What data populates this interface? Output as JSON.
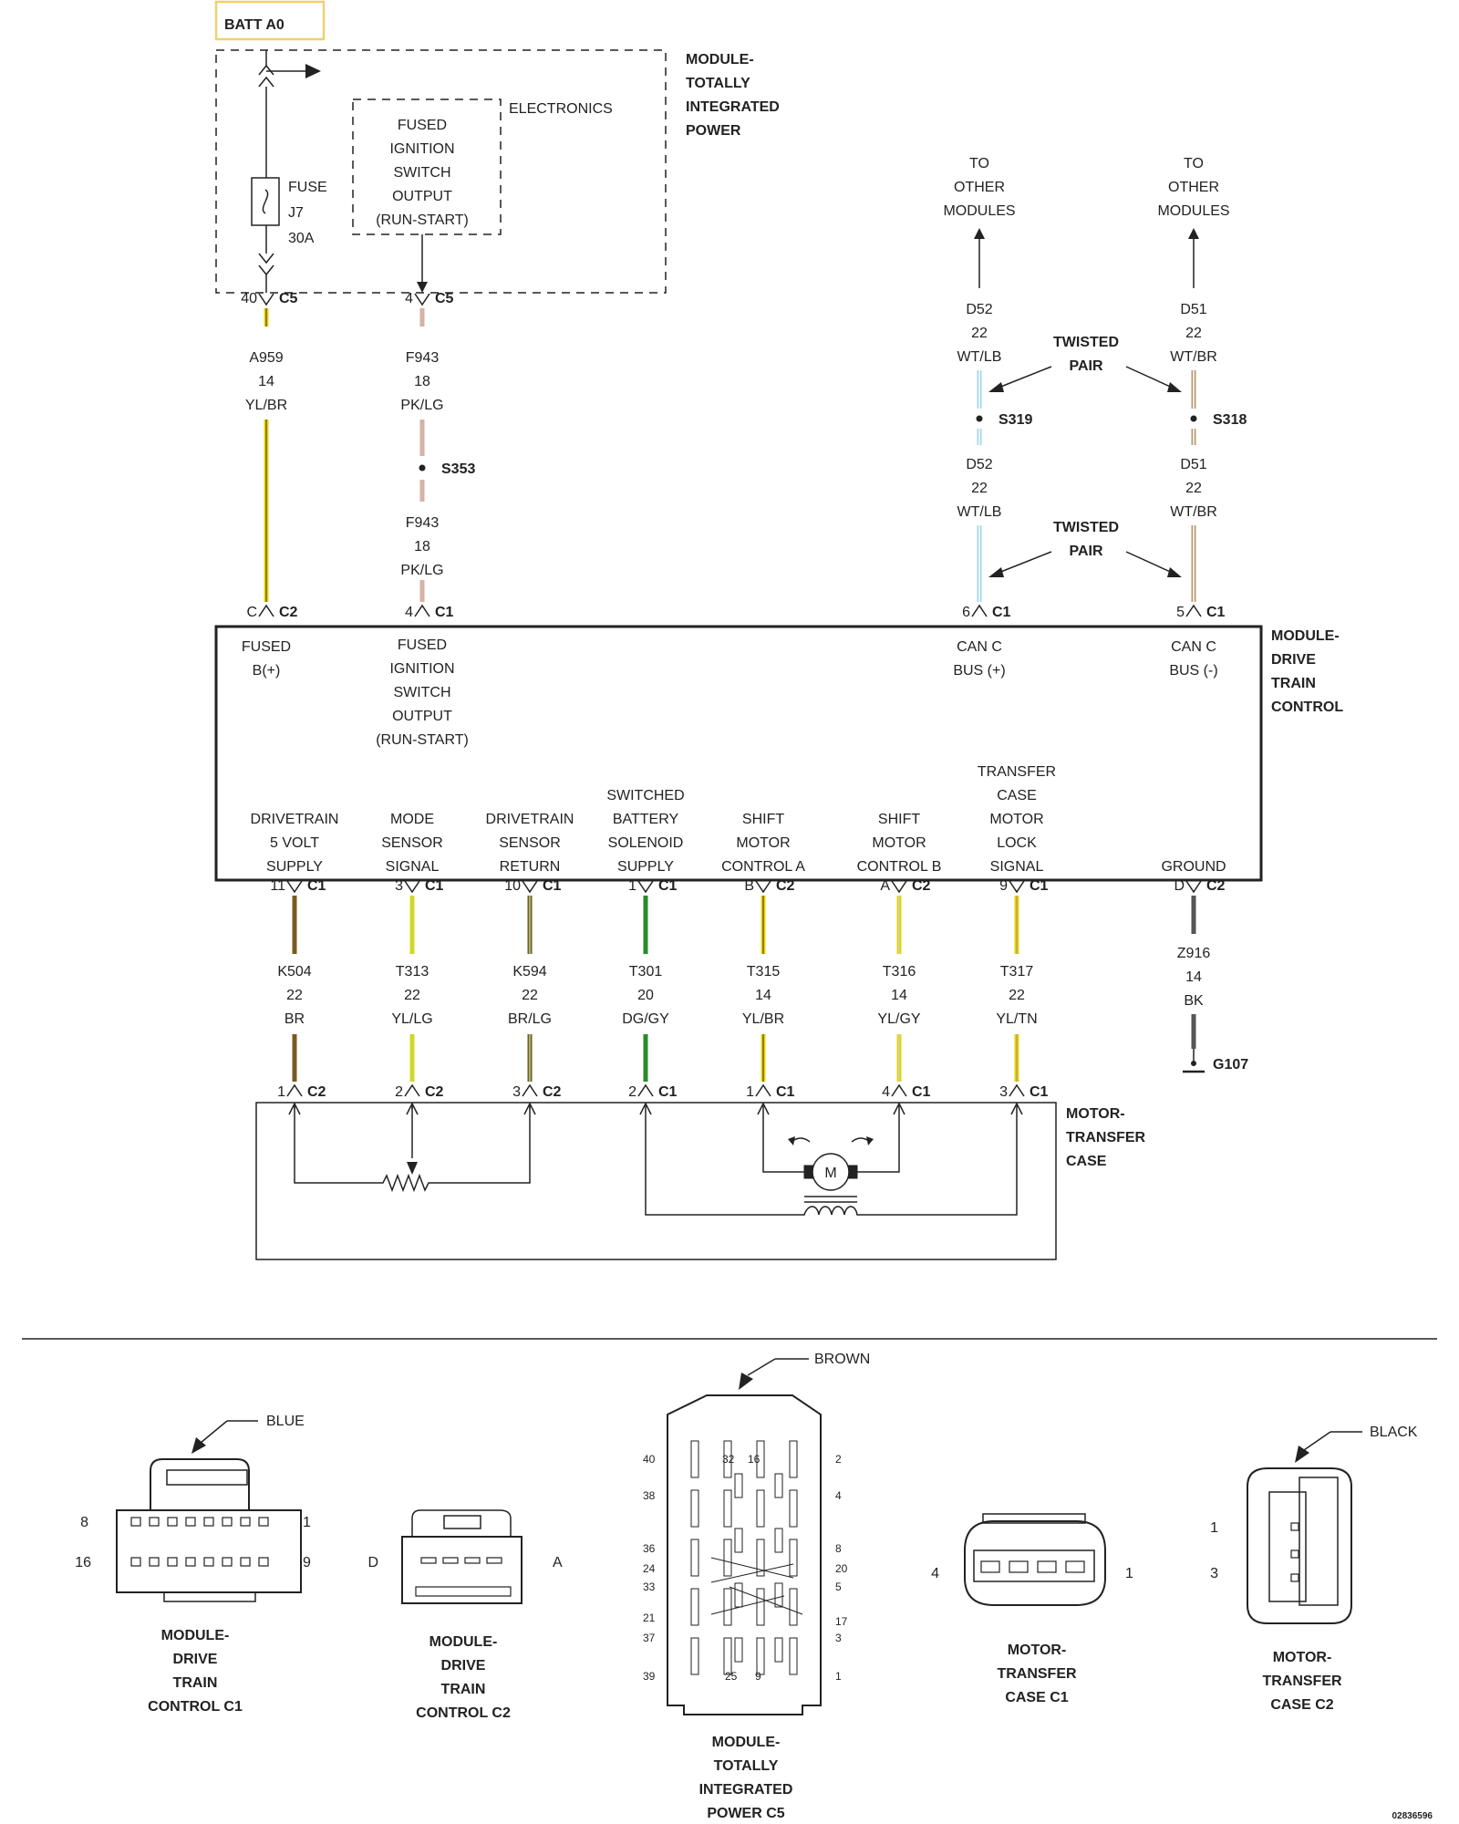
{
  "header": {
    "batt": "BATT A0"
  },
  "tipm": {
    "title": [
      "MODULE-",
      "TOTALLY",
      "INTEGRATED",
      "POWER"
    ],
    "electronics": "ELECTRONICS",
    "fused_out": [
      "FUSED",
      "IGNITION",
      "SWITCH",
      "OUTPUT",
      "(RUN-START)"
    ],
    "fuse": [
      "FUSE",
      "J7",
      "30A"
    ]
  },
  "to_other": [
    "TO",
    "OTHER",
    "MODULES"
  ],
  "twisted": [
    "TWISTED",
    "PAIR"
  ],
  "splices": {
    "s319": "S319",
    "s318": "S318",
    "s353": "S353"
  },
  "top_connectors": {
    "a959_top": [
      "40",
      "C5"
    ],
    "f943_top": [
      "4",
      "C5"
    ],
    "a959_bot": [
      "C",
      "C2"
    ],
    "f943_bot": [
      "4",
      "C1"
    ],
    "d52_bot": [
      "6",
      "C1"
    ],
    "d51_bot": [
      "5",
      "C1"
    ]
  },
  "wires": {
    "a959": [
      "A959",
      "14",
      "YL/BR"
    ],
    "f943_upper": [
      "F943",
      "18",
      "PK/LG"
    ],
    "f943_lower": [
      "F943",
      "18",
      "PK/LG"
    ],
    "d52_upper": [
      "D52",
      "22",
      "WT/LB"
    ],
    "d52_lower": [
      "D52",
      "22",
      "WT/LB"
    ],
    "d51_upper": [
      "D51",
      "22",
      "WT/BR"
    ],
    "d51_lower": [
      "D51",
      "22",
      "WT/BR"
    ]
  },
  "dtcm": {
    "title": [
      "MODULE-",
      "DRIVE",
      "TRAIN",
      "CONTROL"
    ],
    "fused_b": [
      "FUSED",
      "B(+)"
    ],
    "fused_ign": [
      "FUSED",
      "IGNITION",
      "SWITCH",
      "OUTPUT",
      "(RUN-START)"
    ],
    "can_plus": [
      "CAN C",
      "BUS (+)"
    ],
    "can_minus": [
      "CAN C",
      "BUS (-)"
    ],
    "pins": [
      {
        "label": [
          "DRIVETRAIN",
          "5 VOLT",
          "SUPPLY"
        ],
        "pin": "11",
        "conn": "C1",
        "wire": [
          "K504",
          "22",
          "BR"
        ],
        "mpin": "1",
        "mconn": "C2"
      },
      {
        "label": [
          "MODE",
          "SENSOR",
          "SIGNAL"
        ],
        "pin": "3",
        "conn": "C1",
        "wire": [
          "T313",
          "22",
          "YL/LG"
        ],
        "mpin": "2",
        "mconn": "C2"
      },
      {
        "label": [
          "DRIVETRAIN",
          "SENSOR",
          "RETURN"
        ],
        "pin": "10",
        "conn": "C1",
        "wire": [
          "K594",
          "22",
          "BR/LG"
        ],
        "mpin": "3",
        "mconn": "C2"
      },
      {
        "label": [
          "SWITCHED",
          "BATTERY",
          "SOLENOID",
          "SUPPLY"
        ],
        "pin": "1",
        "conn": "C1",
        "wire": [
          "T301",
          "20",
          "DG/GY"
        ],
        "mpin": "2",
        "mconn": "C1"
      },
      {
        "label": [
          "SHIFT",
          "MOTOR",
          "CONTROL A"
        ],
        "pin": "B",
        "conn": "C2",
        "wire": [
          "T315",
          "14",
          "YL/BR"
        ],
        "mpin": "1",
        "mconn": "C1"
      },
      {
        "label": [
          "SHIFT",
          "MOTOR",
          "CONTROL B"
        ],
        "pin": "A",
        "conn": "C2",
        "wire": [
          "T316",
          "14",
          "YL/GY"
        ],
        "mpin": "4",
        "mconn": "C1"
      },
      {
        "label": [
          "TRANSFER",
          "CASE",
          "MOTOR",
          "LOCK",
          "SIGNAL"
        ],
        "pin": "9",
        "conn": "C1",
        "wire": [
          "T317",
          "22",
          "YL/TN"
        ],
        "mpin": "3",
        "mconn": "C1"
      }
    ],
    "ground": {
      "label": "GROUND",
      "pin": "D",
      "conn": "C2",
      "wire": [
        "Z916",
        "14",
        "BK"
      ],
      "ground_id": "G107"
    }
  },
  "motor_tc": {
    "title": [
      "MOTOR-",
      "TRANSFER",
      "CASE"
    ],
    "motor_symbol": "M"
  },
  "connector_views": {
    "dtcm_c1": {
      "color": "BLUE",
      "pins": [
        "8",
        "1",
        "16",
        "9"
      ],
      "caption": [
        "MODULE-",
        "DRIVE",
        "TRAIN",
        "CONTROL C1"
      ]
    },
    "dtcm_c2": {
      "pins": [
        "D",
        "A"
      ],
      "caption": [
        "MODULE-",
        "DRIVE",
        "TRAIN",
        "CONTROL C2"
      ]
    },
    "tipm_c5": {
      "color": "BROWN",
      "pins": [
        "40",
        "32",
        "16",
        "2",
        "38",
        "4",
        "36",
        "8",
        "24",
        "20",
        "33",
        "5",
        "21",
        "17",
        "37",
        "3",
        "39",
        "25",
        "9",
        "1"
      ],
      "caption": [
        "MODULE-",
        "TOTALLY",
        "INTEGRATED",
        "POWER C5"
      ]
    },
    "mtc_c1": {
      "pins": [
        "4",
        "1"
      ],
      "caption": [
        "MOTOR-",
        "TRANSFER",
        "CASE C1"
      ]
    },
    "mtc_c2": {
      "color": "BLACK",
      "pins": [
        "1",
        "3"
      ],
      "caption": [
        "MOTOR-",
        "TRANSFER",
        "CASE C2"
      ]
    }
  },
  "figure_id": "02836596",
  "colors": {
    "yellow": "#e6d800",
    "pink": "#f0a0b0",
    "lightgreen": "#9fd88a",
    "lightblue": "#9fd8ea",
    "tan": "#b89a70",
    "brown": "#7a5a20",
    "darkgreen": "#2a8a2a",
    "black": "#555555",
    "battbox": "#f0d070"
  }
}
